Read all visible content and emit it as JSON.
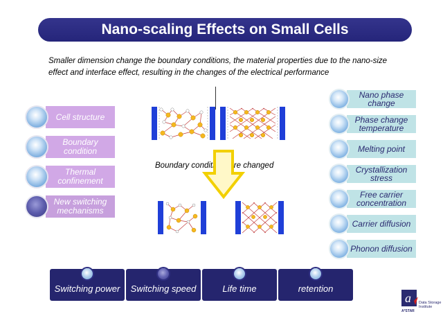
{
  "title": "Nano-scaling Effects on Small Cells",
  "subtitle": "Smaller dimension change the boundary conditions, the material properties due to the nano-size effect and interface effect, resulting in the changes of the electrical performance",
  "boundary_label": "Boundary conditions are changed",
  "left_items": [
    {
      "label": "Cell structure"
    },
    {
      "label": "Boundary condition"
    },
    {
      "label": "Thermal confinement"
    },
    {
      "label": "New switching mechanisms"
    }
  ],
  "right_items": [
    {
      "label": "Nano phase change"
    },
    {
      "label": "Phase change temperature"
    },
    {
      "label": "Melting point"
    },
    {
      "label": "Crystallization stress"
    },
    {
      "label": "Free carrier concentration"
    },
    {
      "label": "Carrier diffusion"
    },
    {
      "label": "Phonon diffusion"
    }
  ],
  "bottom_buttons": [
    {
      "label": "Switching  power"
    },
    {
      "label": "Switching speed"
    },
    {
      "label": "Life time"
    },
    {
      "label": "retention"
    }
  ],
  "logo": {
    "line1": "Data Storage",
    "line2": "Institute",
    "brand": "A*STAR"
  },
  "colors": {
    "title_bg": "#2b2b80",
    "left_pill": "#d1a8e6",
    "right_pill": "#bfe3e6",
    "button_bg": "#25256e",
    "arrow": "#f2d000",
    "electrode": "#1f3fd8",
    "atom": "#f5b820"
  }
}
